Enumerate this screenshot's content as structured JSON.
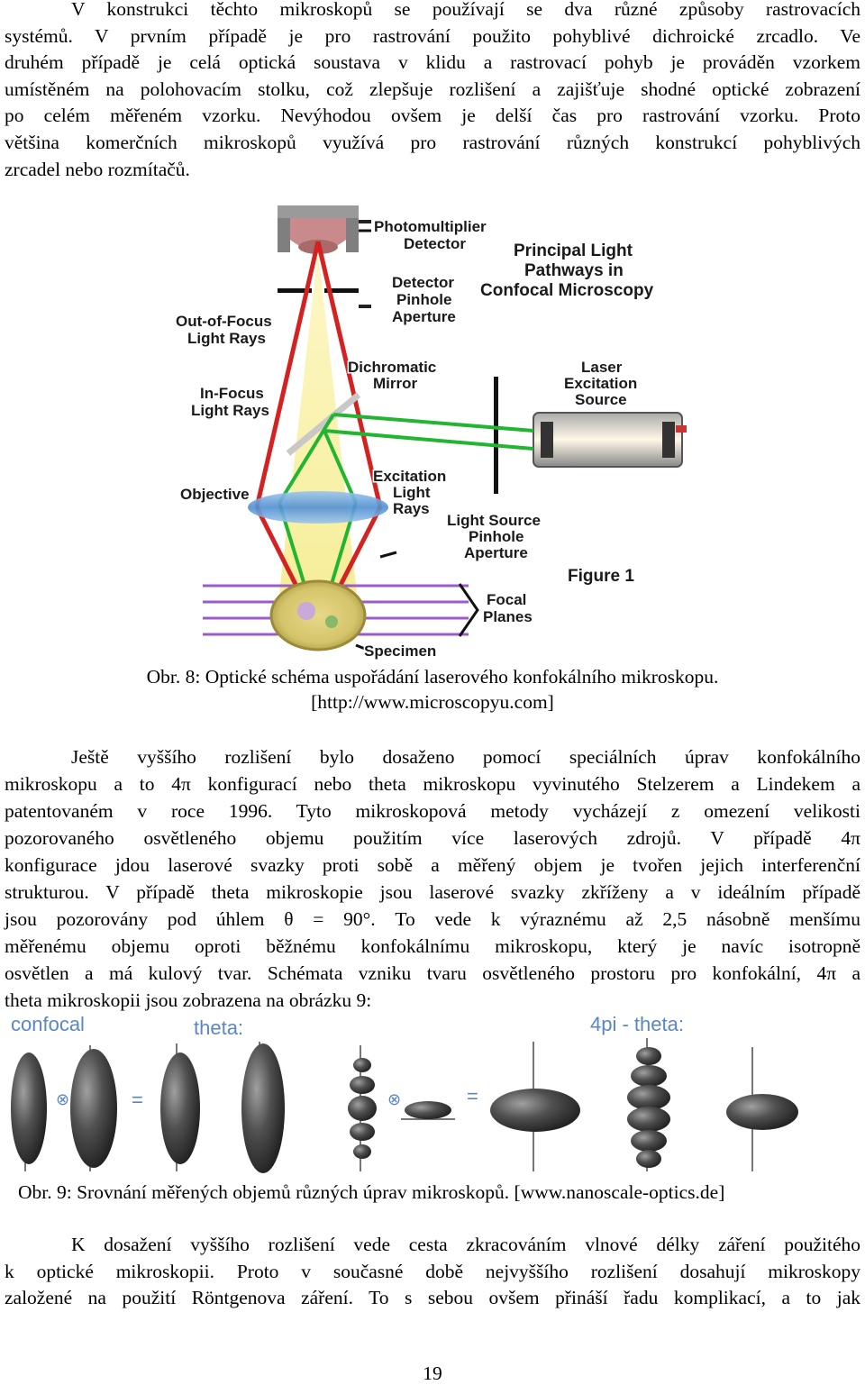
{
  "paragraph1": {
    "lines": [
      "V konstrukci těchto mikroskopů se používají se dva různé způsoby rastrovacích",
      "systémů. V prvním případě je pro rastrování použito pohyblivé dichroické zrcadlo. Ve",
      "druhém případě je celá optická soustava v klidu a rastrovací pohyb je prováděn vzorkem",
      "umístěném na polohovacím stolku, což zlepšuje rozlišení a zajišťuje shodné optické zobrazení",
      "po celém měřeném vzorku. Nevýhodou ovšem je delší čas pro rastrování vzorku. Proto",
      "většina komerčních mikroskopů využívá pro rastrování různých konstrukcí pohyblivých",
      "zrcadel nebo rozmítačů."
    ]
  },
  "figure1": {
    "labels": {
      "photomultiplier": "Photomultiplier",
      "detector": "Detector",
      "detector_pinhole_1": "Detector",
      "detector_pinhole_2": "Pinhole",
      "detector_pinhole_3": "Aperture",
      "out_of_focus_1": "Out-of-Focus",
      "out_of_focus_2": "Light Rays",
      "title_1": "Principal Light",
      "title_2": "Pathways in",
      "title_3": "Confocal Microscopy",
      "dichromatic_1": "Dichromatic",
      "dichromatic_2": "Mirror",
      "laser_1": "Laser",
      "laser_2": "Excitation",
      "laser_3": "Source",
      "in_focus_1": "In-Focus",
      "in_focus_2": "Light Rays",
      "excitation_1": "Excitation",
      "excitation_2": "Light",
      "excitation_3": "Rays",
      "objective": "Objective",
      "ls_pinhole_1": "Light Source",
      "ls_pinhole_2": "Pinhole",
      "ls_pinhole_3": "Aperture",
      "figure": "Figure 1",
      "focal_1": "Focal",
      "focal_2": "Planes",
      "specimen": "Specimen"
    },
    "caption_line1": "Obr. 8: Optické schéma uspořádání laserového konfokálního mikroskopu.",
    "caption_line2": "[http://www.microscopyu.com]"
  },
  "paragraph2": {
    "lines": [
      "Ještě vyššího rozlišení bylo dosaženo pomocí speciálních úprav konfokálního",
      "mikroskopu a to 4π konfigurací nebo theta mikroskopu vyvinutého Stelzerem a Lindekem a",
      "patentovaném v roce 1996. Tyto mikroskopová metody vycházejí z omezení velikosti",
      "pozorovaného osvětleného objemu použitím více laserových zdrojů. V případě 4π",
      "konfigurace jdou laserové svazky proti sobě a měřený objem je tvořen jejich interferenční",
      "strukturou. V případě theta mikroskopie jsou laserové svazky zkříženy a v ideálním případě",
      "jsou pozorovány pod úhlem θ = 90°. To vede k výraznému až 2,5 násobně menšímu",
      "měřenému objemu oproti běžnému konfokálnímu mikroskopu, který je navíc isotropně",
      "osvětlen a má kulový tvar. Schémata vzniku tvaru osvětleného prostoru pro konfokální, 4π a",
      "theta mikroskopii jsou zobrazena na obrázku 9:"
    ]
  },
  "figure2": {
    "label_confocal": "confocal",
    "label_theta": "theta:",
    "label_4pi": "4pi - theta:",
    "sym_x1": "⊗",
    "sym_eq1": "=",
    "sym_x2": "⊗",
    "sym_eq2": "=",
    "caption": "Obr. 9: Srovnání měřených objemů různých úprav mikroskopů. [www.nanoscale-optics.de]"
  },
  "paragraph3": {
    "lines": [
      "K dosažení vyššího rozlišení vede cesta zkracováním vlnové délky záření použitého",
      "k optické mikroskopii. Proto v současné době nejvyššího rozlišení dosahují mikroskopy",
      "založené na použití Röntgenova záření. To s sebou ovšem přináší řadu komplikací, a to jak"
    ]
  },
  "page_number": "19"
}
